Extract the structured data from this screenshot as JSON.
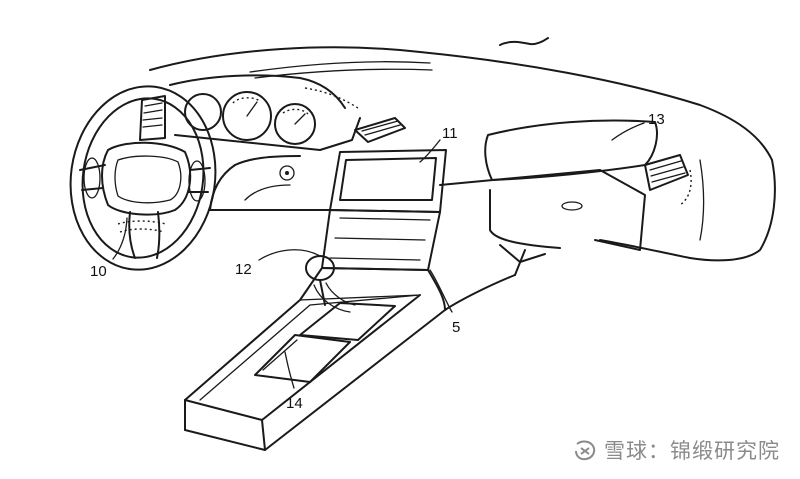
{
  "diagram": {
    "labels": {
      "steering_wheel": "10",
      "display": "11",
      "gear_shift": "12",
      "glove_box": "13",
      "storage_bin": "14",
      "console": "5"
    }
  },
  "watermark": {
    "text": "雪球：锦缎研究院"
  }
}
